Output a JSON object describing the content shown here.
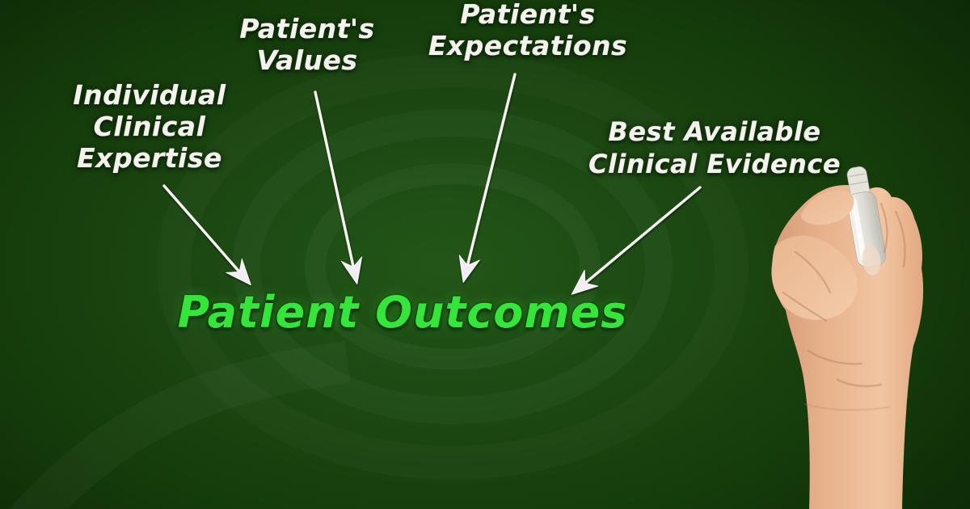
{
  "diagram": {
    "center_label": "Patient Outcomes",
    "factors": [
      {
        "id": "individual-clinical-expertise",
        "label": "Individual\nClinical\nExpertise"
      },
      {
        "id": "patients-values",
        "label": "Patient's\nValues"
      },
      {
        "id": "patients-expectations",
        "label": "Patient's\nExpectations"
      },
      {
        "id": "best-available-clinical-evidence",
        "label": "Best Available\nClinical Evidence"
      }
    ]
  },
  "scene": {
    "illustration": "hand-holding-marker",
    "colors": {
      "board_center": "#225617",
      "board_edge": "#0b2506",
      "label_text": "#f4f2ec",
      "center_text": "#35e63a",
      "arrow": "#f6f5f0",
      "skin": "#e7b28c",
      "marker_body": "#e9e8e2"
    }
  }
}
